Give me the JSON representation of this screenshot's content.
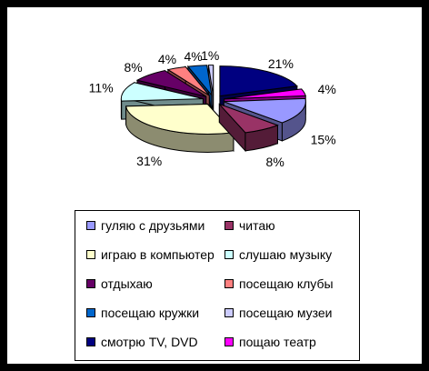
{
  "chart_data": {
    "type": "pie",
    "title": "",
    "legend_position": "bottom",
    "slices": [
      {
        "label": "смотрю TV, DVD",
        "value": 21,
        "pct_label": "21%",
        "color": "#000080"
      },
      {
        "label": "пощаю театр",
        "value": 4,
        "pct_label": "4%",
        "color": "#FF00FF"
      },
      {
        "label": "гуляю с друзьями",
        "value": 15,
        "pct_label": "15%",
        "color": "#9999FF"
      },
      {
        "label": "читаю",
        "value": 8,
        "pct_label": "8%",
        "color": "#993366"
      },
      {
        "label": "играю в компьютер",
        "value": 31,
        "pct_label": "31%",
        "color": "#FFFFCC"
      },
      {
        "label": "слушаю музыку",
        "value": 11,
        "pct_label": "11%",
        "color": "#CCFFFF"
      },
      {
        "label": "отдыхаю",
        "value": 8,
        "pct_label": "8%",
        "color": "#660066"
      },
      {
        "label": "посещаю клубы",
        "value": 4,
        "pct_label": "4%",
        "color": "#FF8080"
      },
      {
        "label": "посещаю кружки",
        "value": 4,
        "pct_label": "4%",
        "color": "#0066CC"
      },
      {
        "label": "посещаю музеи",
        "value": 1,
        "pct_label": "1%",
        "color": "#CCCCFF"
      }
    ],
    "legend": [
      {
        "label": "гуляю с друзьями",
        "color": "#9999FF"
      },
      {
        "label": "читаю",
        "color": "#993366"
      },
      {
        "label": "играю в компьютер",
        "color": "#FFFFCC"
      },
      {
        "label": "слушаю музыку",
        "color": "#CCFFFF"
      },
      {
        "label": "отдыхаю",
        "color": "#660066"
      },
      {
        "label": "посещаю клубы",
        "color": "#FF8080"
      },
      {
        "label": "посещаю кружки",
        "color": "#0066CC"
      },
      {
        "label": "посещаю музеи",
        "color": "#CCCCFF"
      },
      {
        "label": "смотрю TV, DVD",
        "color": "#000080"
      },
      {
        "label": "пощаю театр",
        "color": "#FF00FF"
      }
    ]
  }
}
